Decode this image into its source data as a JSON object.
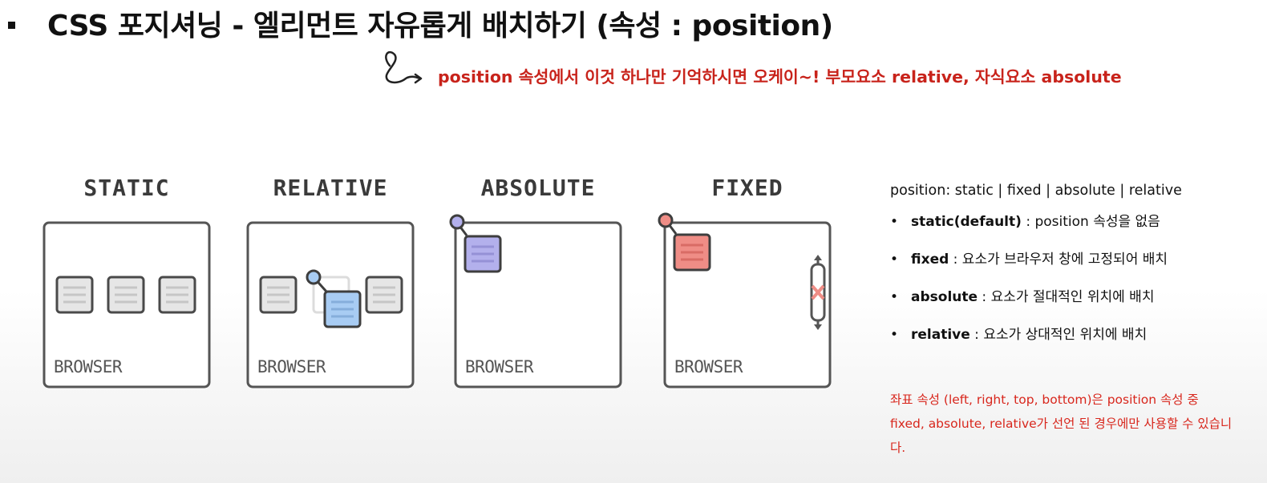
{
  "header": {
    "title": "CSS 포지셔닝 - 엘리먼트 자유롭게 배치하기 (속성 : position)",
    "subtitle": "position 속성에서 이것 하나만 기억하시면 오케이~! 부모요소 relative, 자식요소 absolute"
  },
  "panels": [
    {
      "title": "STATIC",
      "browser_label": "BROWSER"
    },
    {
      "title": "RELATIVE",
      "browser_label": "BROWSER"
    },
    {
      "title": "ABSOLUTE",
      "browser_label": "BROWSER"
    },
    {
      "title": "FIXED",
      "browser_label": "BROWSER"
    }
  ],
  "info": {
    "syntax": "position: static  | fixed  | absolute  |  relative",
    "items": [
      {
        "term": "static(default)",
        "desc": " : position 속성을 없음"
      },
      {
        "term": "fixed",
        "desc": " : 요소가 브라우저 창에 고정되어 배치"
      },
      {
        "term": "absolute",
        "desc": " : 요소가 절대적인 위치에 배치"
      },
      {
        "term": "relative",
        "desc": " : 요소가 상대적인 위치에 배치"
      }
    ],
    "note": "좌표 속성 (left, right, top, bottom)은 position 속성 중 fixed, absolute, relative가 선언 된 경우에만 사용할 수 있습니다."
  },
  "colors": {
    "accent_red": "#c8231b",
    "box_gray": "#e6e6e6",
    "box_blue": "#a8ccf3",
    "box_purple": "#b3b0ec",
    "box_red": "#ef8d86"
  },
  "icons": [
    "arrow-doodle-icon",
    "scroll-bar-icon"
  ]
}
